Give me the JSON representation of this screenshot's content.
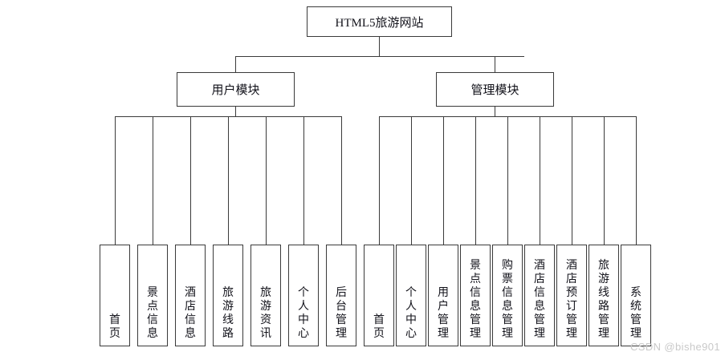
{
  "diagram": {
    "title": "HTML5旅游网站",
    "root": {
      "label": "HTML5旅游网站"
    },
    "level2": [
      {
        "label": "用户模块"
      },
      {
        "label": "管理模块"
      }
    ],
    "user_module_leaves": [
      {
        "label": "首页"
      },
      {
        "label": "景点信息"
      },
      {
        "label": "酒店信息"
      },
      {
        "label": "旅游线路"
      },
      {
        "label": "旅游资讯"
      },
      {
        "label": "个人中心"
      },
      {
        "label": "后台管理"
      }
    ],
    "admin_module_leaves": [
      {
        "label": "首页"
      },
      {
        "label": "个人中心"
      },
      {
        "label": "用户管理"
      },
      {
        "label": "景点信息管理"
      },
      {
        "label": "购票信息管理"
      },
      {
        "label": "酒店信息管理"
      },
      {
        "label": "酒店预订管理"
      },
      {
        "label": "旅游线路管理"
      },
      {
        "label": "系统管理"
      }
    ],
    "watermark": "CSDN @bishe901",
    "colors": {
      "stroke": "#3a3a3a",
      "background": "#ffffff",
      "text": "#12121a",
      "watermark": "#c9c9c9"
    }
  }
}
